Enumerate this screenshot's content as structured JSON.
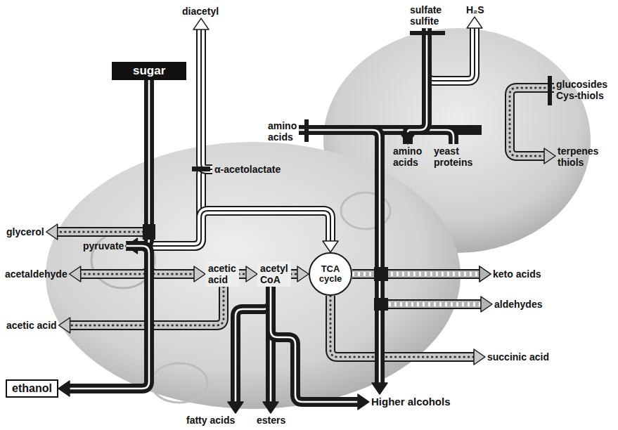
{
  "diagram": {
    "nodes": [
      {
        "text": [
          "sugar"
        ]
      },
      {
        "text": [
          "diacetyl"
        ]
      },
      {
        "text": [
          "α-acetolactate"
        ]
      },
      {
        "text": [
          "glycerol"
        ]
      },
      {
        "text": [
          "pyruvate"
        ]
      },
      {
        "text": [
          "acetic acid"
        ]
      },
      {
        "text": [
          "acetyl CoA"
        ]
      },
      {
        "text": [
          "acetaldehyde"
        ]
      },
      {
        "text": [
          "TCA cycle"
        ]
      },
      {
        "text": [
          "acetic acid"
        ]
      },
      {
        "text": [
          "ethanol"
        ]
      },
      {
        "text": [
          "fatty acids"
        ]
      },
      {
        "text": [
          "esters"
        ]
      },
      {
        "text": [
          "Higher alcohols"
        ]
      },
      {
        "text": [
          "keto acids"
        ]
      },
      {
        "text": [
          "aldehydes"
        ]
      },
      {
        "text": [
          "succinic acid"
        ]
      },
      {
        "text": [
          "sulfate sulfite"
        ]
      },
      {
        "text": [
          "H₂S"
        ]
      },
      {
        "text": [
          "amino acids"
        ]
      },
      {
        "text": [
          "amino acids"
        ]
      },
      {
        "text": [
          "yeast proteins"
        ]
      },
      {
        "text": [
          "glucosides Cys-thiols"
        ]
      },
      {
        "text": [
          "terpenes thiols"
        ]
      }
    ],
    "edges": [
      {
        "from": 0,
        "to": 3,
        "arrow": "to"
      },
      {
        "from": 0,
        "to": 4,
        "arrow": "to"
      },
      {
        "from": 4,
        "to": 10,
        "arrow": "to"
      },
      {
        "from": 4,
        "to": 7,
        "arrow": "to"
      },
      {
        "from": 4,
        "to": 5,
        "arrow": "to"
      },
      {
        "from": 5,
        "to": 9,
        "arrow": "to"
      },
      {
        "from": 5,
        "to": 6,
        "arrow": "to"
      },
      {
        "from": 6,
        "to": 8,
        "arrow": "to"
      },
      {
        "from": 4,
        "to": 2,
        "arrow": "none"
      },
      {
        "from": 2,
        "to": 1,
        "arrow": "to"
      },
      {
        "from": 4,
        "to": 8,
        "arrow": "to"
      },
      {
        "from": 6,
        "to": 11,
        "arrow": "to"
      },
      {
        "from": 6,
        "to": 12,
        "arrow": "to"
      },
      {
        "from": 6,
        "to": 13,
        "arrow": "to"
      },
      {
        "from": 8,
        "to": 14,
        "arrow": "to"
      },
      {
        "from": 8,
        "to": 16,
        "arrow": "to"
      },
      {
        "from": 19,
        "to": 20,
        "arrow": "none"
      },
      {
        "from": 19,
        "to": 21,
        "arrow": "none"
      },
      {
        "from": 17,
        "to": 20,
        "arrow": "to"
      },
      {
        "from": 17,
        "to": 18,
        "arrow": "to"
      },
      {
        "from": 19,
        "to": 14,
        "arrow": "to"
      },
      {
        "from": 19,
        "to": 15,
        "arrow": "to"
      },
      {
        "from": 19,
        "to": 13,
        "arrow": "to"
      },
      {
        "from": 22,
        "to": 23,
        "arrow": "to"
      }
    ]
  }
}
